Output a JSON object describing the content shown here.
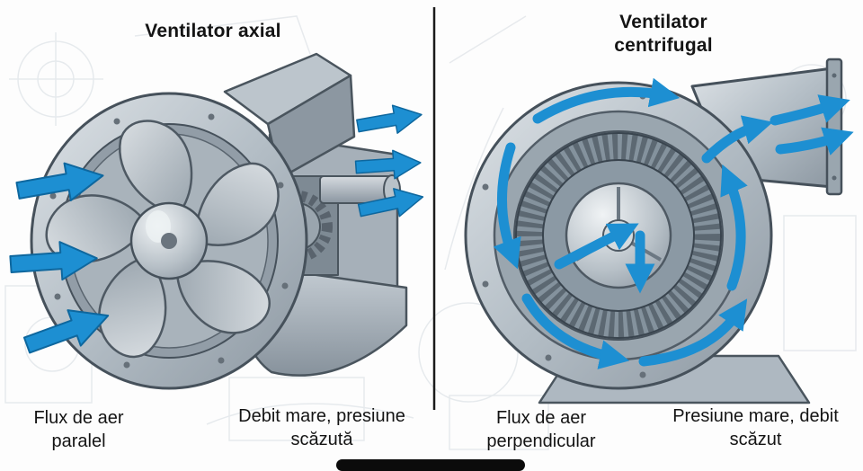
{
  "colors": {
    "arrow": "#1d8fd2",
    "metal": "#b4bec6",
    "outline": "#46515b"
  },
  "left": {
    "title": "Ventilator axial",
    "caption_left": [
      "Flux de aer",
      "paralel"
    ],
    "caption_right": [
      "Debit mare, presiune",
      "scăzută"
    ]
  },
  "right": {
    "title": [
      "Ventilator",
      "centrifugal"
    ],
    "caption_left": [
      "Flux de aer",
      "perpendicular"
    ],
    "caption_right": [
      "Presiune mare, debit",
      "scăzut"
    ]
  }
}
